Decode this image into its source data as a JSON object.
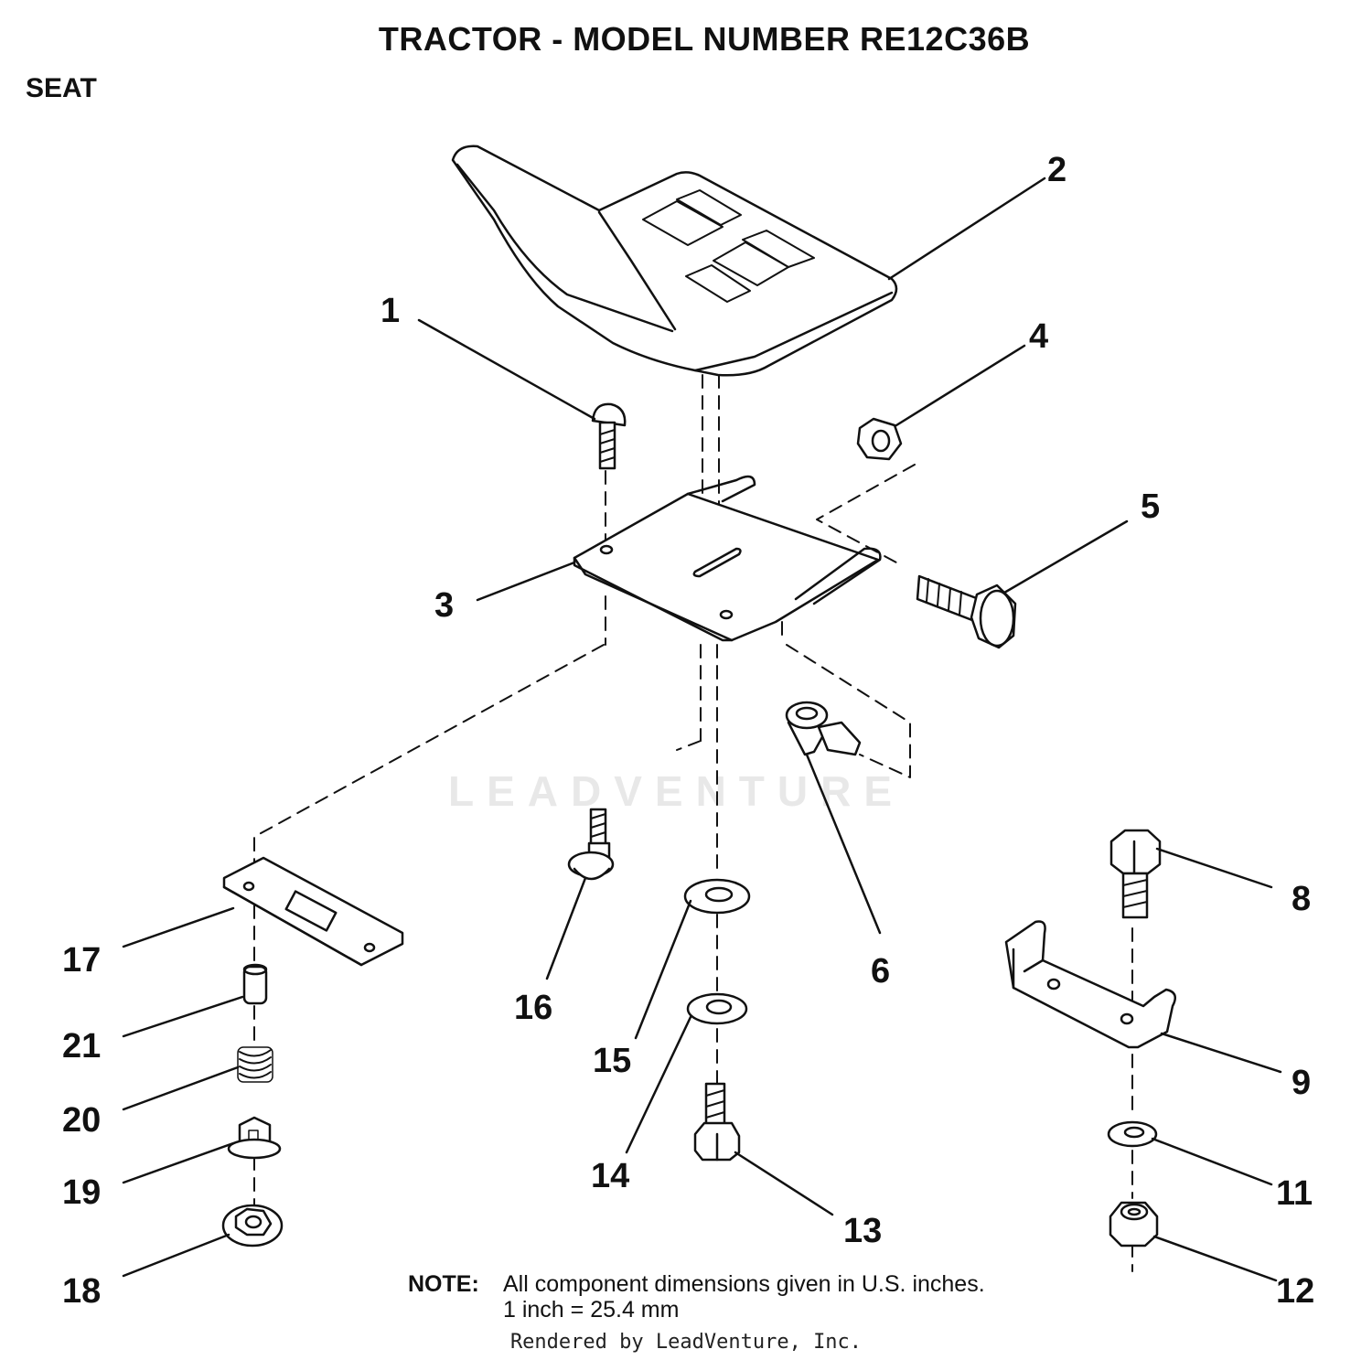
{
  "header": {
    "title": "TRACTOR  - MODEL NUMBER RE12C36B",
    "section": "SEAT"
  },
  "parts": [
    {
      "number": "1",
      "part": "carriage-bolt"
    },
    {
      "number": "2",
      "part": "seat"
    },
    {
      "number": "3",
      "part": "seat-pan-bracket"
    },
    {
      "number": "4",
      "part": "nut"
    },
    {
      "number": "5",
      "part": "hex-bolt"
    },
    {
      "number": "6",
      "part": "clip"
    },
    {
      "number": "8",
      "part": "hex-bolt"
    },
    {
      "number": "9",
      "part": "bracket"
    },
    {
      "number": "11",
      "part": "washer"
    },
    {
      "number": "12",
      "part": "lock-nut"
    },
    {
      "number": "13",
      "part": "hex-bolt"
    },
    {
      "number": "14",
      "part": "lock-washer"
    },
    {
      "number": "15",
      "part": "flat-washer"
    },
    {
      "number": "16",
      "part": "shoulder-bolt"
    },
    {
      "number": "17",
      "part": "slide-rail"
    },
    {
      "number": "18",
      "part": "flange-nut"
    },
    {
      "number": "19",
      "part": "knob-bushing"
    },
    {
      "number": "20",
      "part": "spring"
    },
    {
      "number": "21",
      "part": "pin"
    }
  ],
  "note": {
    "label": "NOTE:",
    "line1": "All component dimensions given in U.S. inches.",
    "line2": "1 inch = 25.4 mm"
  },
  "watermark": "LEADVENTURE",
  "credit": "Rendered by LeadVenture, Inc."
}
